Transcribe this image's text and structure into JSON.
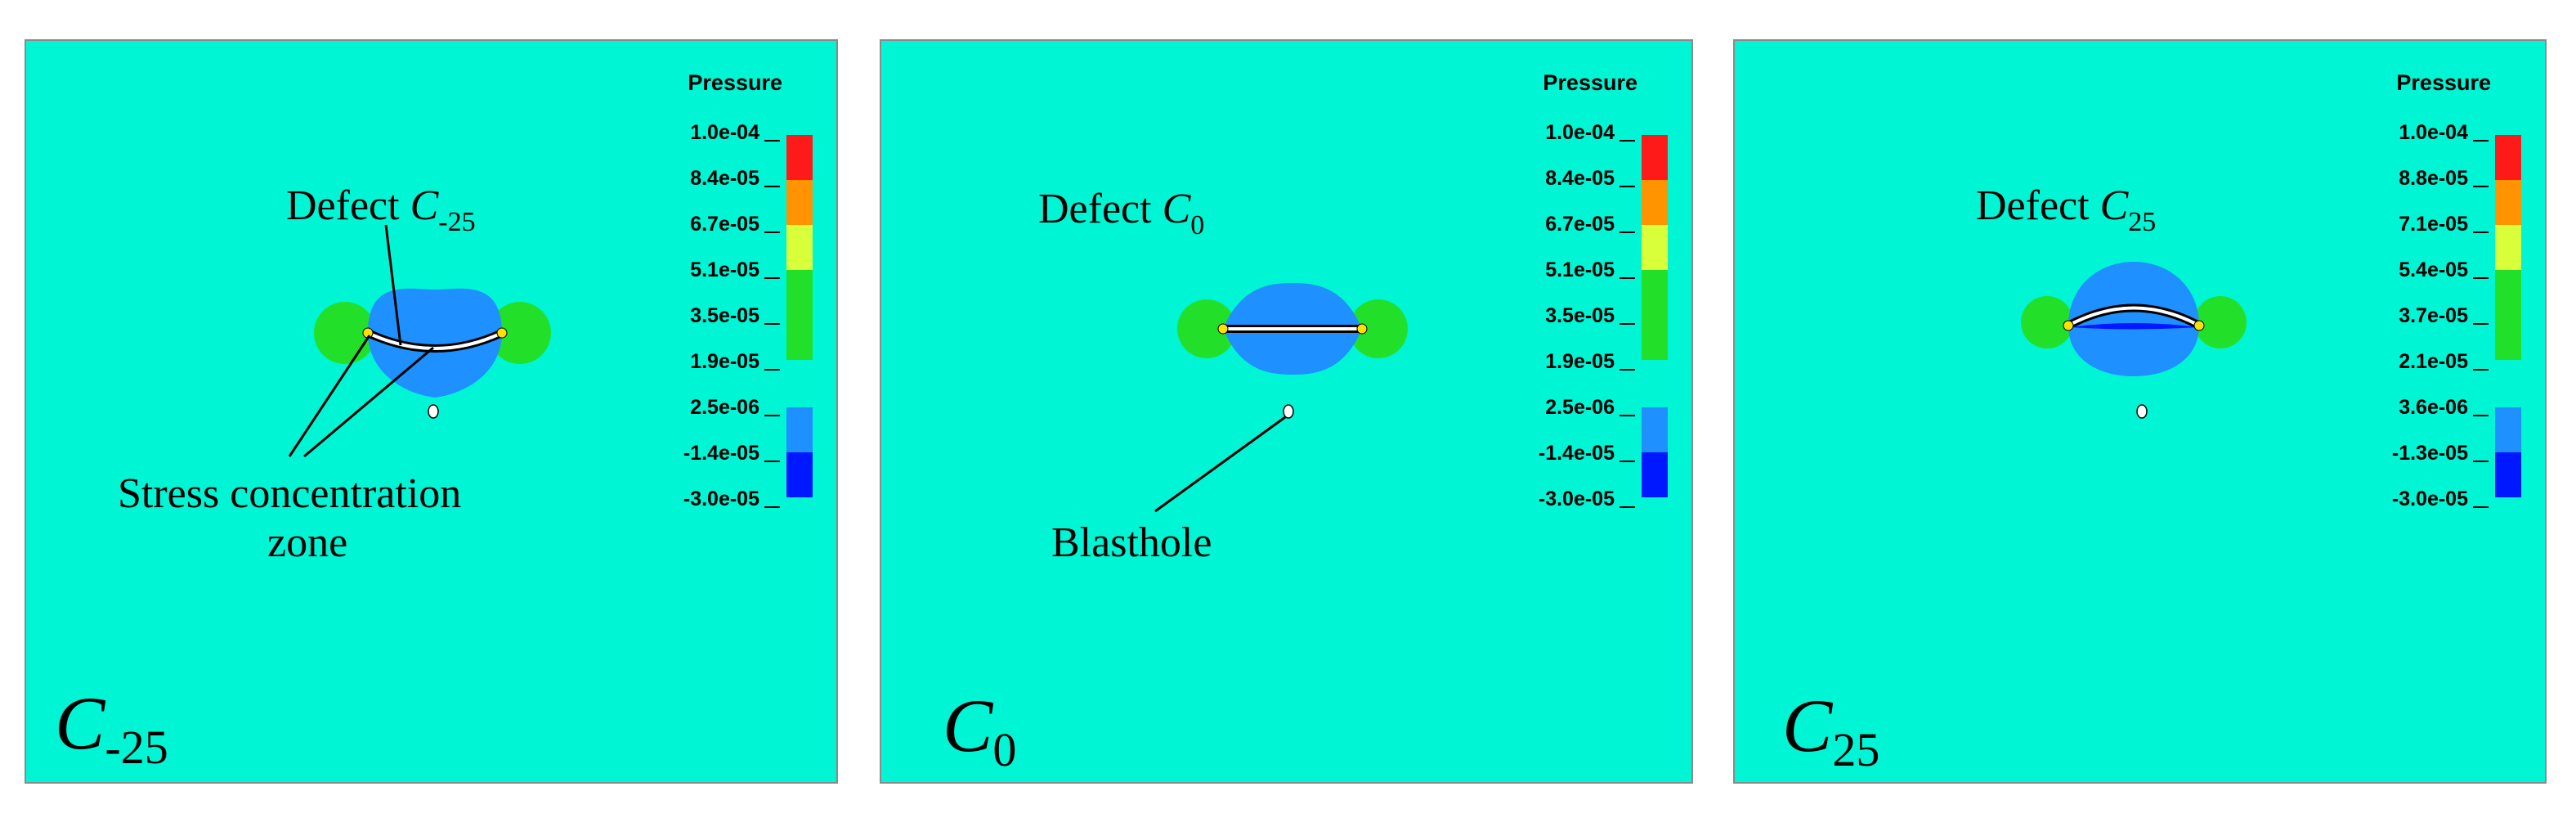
{
  "colors": {
    "background": "#00f5d4",
    "inner_zone": "#1e90ff",
    "side_lobe": "#22e02a",
    "legend_red": "#ff1a1a",
    "legend_orange": "#ff9400",
    "legend_yellow": "#d8ff3a",
    "legend_green": "#22e02a",
    "legend_lightblue": "#1e90ff",
    "legend_blue": "#0018ff"
  },
  "panels": [
    {
      "legend": {
        "title": "Pressure",
        "ticks": [
          "1.0e-04",
          "8.4e-05",
          "6.7e-05",
          "5.1e-05",
          "3.5e-05",
          "1.9e-05",
          "2.5e-06",
          "-1.4e-05",
          "-3.0e-05"
        ]
      },
      "label_main": "C",
      "label_sub": "-25",
      "defect_prefix": "Defect ",
      "defect_main": "C",
      "defect_sub": "-25",
      "annotation_line1": "Stress concentration",
      "annotation_line2": "zone"
    },
    {
      "legend": {
        "title": "Pressure",
        "ticks": [
          "1.0e-04",
          "8.4e-05",
          "6.7e-05",
          "5.1e-05",
          "3.5e-05",
          "1.9e-05",
          "2.5e-06",
          "-1.4e-05",
          "-3.0e-05"
        ]
      },
      "label_main": "C",
      "label_sub": "0",
      "defect_prefix": "Defect ",
      "defect_main": "C",
      "defect_sub": "0",
      "annotation_line1": "Blasthole"
    },
    {
      "legend": {
        "title": "Pressure",
        "ticks": [
          "1.0e-04",
          "8.8e-05",
          "7.1e-05",
          "5.4e-05",
          "3.7e-05",
          "2.1e-05",
          "3.6e-06",
          "-1.3e-05",
          "-3.0e-05"
        ]
      },
      "label_main": "C",
      "label_sub": "25",
      "defect_prefix": "Defect ",
      "defect_main": "C",
      "defect_sub": "25"
    }
  ]
}
